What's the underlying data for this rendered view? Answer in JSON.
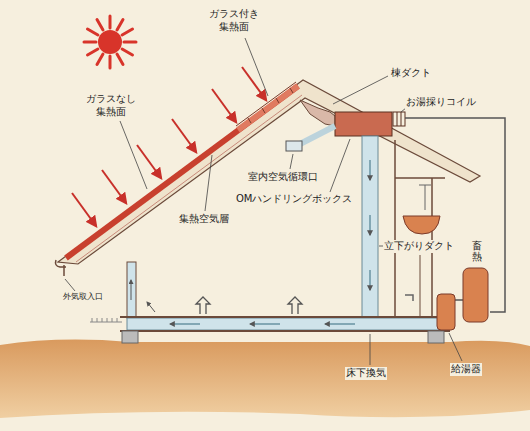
{
  "diagram": {
    "labels": [
      "ガラス付き 集熱面",
      "棟ダクト",
      "お湯採りコイル",
      "ガラスなし 集熱面",
      "室内空気循環口",
      "OMハンドリングボックス",
      "集熱空気層",
      "立下がりダクト",
      "畜熱",
      "外気取入口",
      "床下換気",
      "給湯器"
    ]
  }
}
